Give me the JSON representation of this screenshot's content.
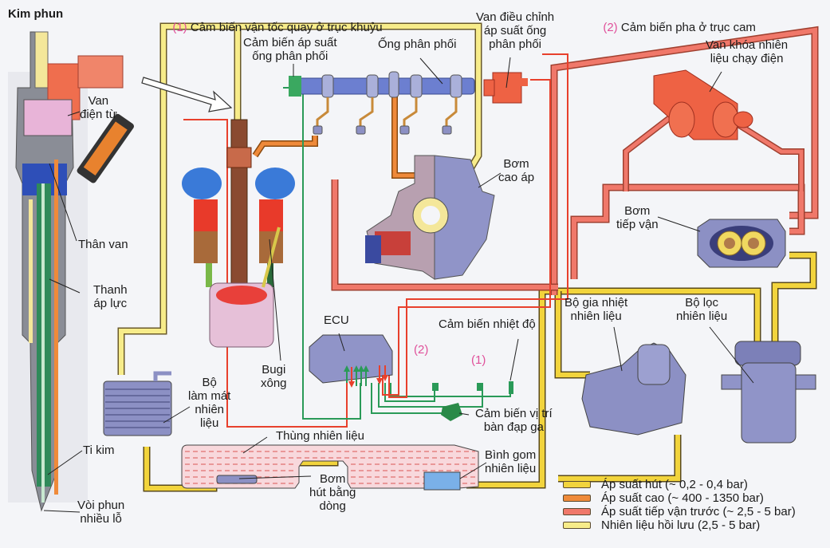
{
  "title_injector": "Kim phun",
  "sensors": {
    "crank_num": "(1)",
    "crank_text": " Cảm biến vận tốc quay ở trục khuỷu",
    "cam_num": "(2)",
    "cam_text": " Cảm biến pha ở trục cam",
    "marker_1": "(1)",
    "marker_2": "(2)"
  },
  "labels": {
    "solenoid_valve": "Van\nđiện từ",
    "valve_body": "Thân van",
    "pressure_rod": "Thanh\náp lực",
    "needle": "Ti kim",
    "multi_hole_nozzle": "Vòi phun\nnhiều lỗ",
    "rail_pressure_sensor": "Cảm biến áp suất\nống phân phối",
    "rail": "Ống phân phối",
    "rail_pressure_valve": "Van điều chỉnh\náp suất ống\nphân phối",
    "fuel_shutoff_valve": "Van khóa nhiên\nliệu chạy điện",
    "high_pressure_pump": "Bơm\ncao áp",
    "feed_pump": "Bơm\ntiếp vận",
    "fuel_heater": "Bộ gia nhiệt\nnhiên liệu",
    "fuel_filter": "Bộ lọc\nnhiên liệu",
    "ecu": "ECU",
    "temp_sensor": "Cảm biến nhiệt độ",
    "glow_plug": "Bugi\nxông",
    "fuel_cooler": "Bộ\nlàm mát\nnhiên\nliệu",
    "pedal_sensor": "Cảm biến vị trí\nbàn đạp ga",
    "fuel_tank": "Thùng nhiên liệu",
    "jet_pump": "Bơm\nhút bằng\ndòng",
    "collector": "Bình gom\nnhiên liệu"
  },
  "legend": [
    {
      "label": "Áp suất hút (~ 0,2 - 0,4 bar)",
      "color": "#f2d43c"
    },
    {
      "label": "Áp suất cao (~ 400 - 1350 bar)",
      "color": "#ef8a3a"
    },
    {
      "label": "Áp suất tiếp vận trước (~ 2,5 - 5 bar)",
      "color": "#f0786a"
    },
    {
      "label": "Nhiên liệu hồi lưu (2,5 - 5 bar)",
      "color": "#f7ec8a"
    }
  ],
  "colors": {
    "suction": "#f2d43c",
    "high_pressure": "#ef8a3a",
    "pre_feed": "#f0786a",
    "return": "#f7ec8a",
    "signal_red": "#e8402c",
    "signal_green": "#2a9a58",
    "component": "#8c90c4",
    "valve_red": "#ee6244",
    "accent_pink": "#e0509a"
  }
}
